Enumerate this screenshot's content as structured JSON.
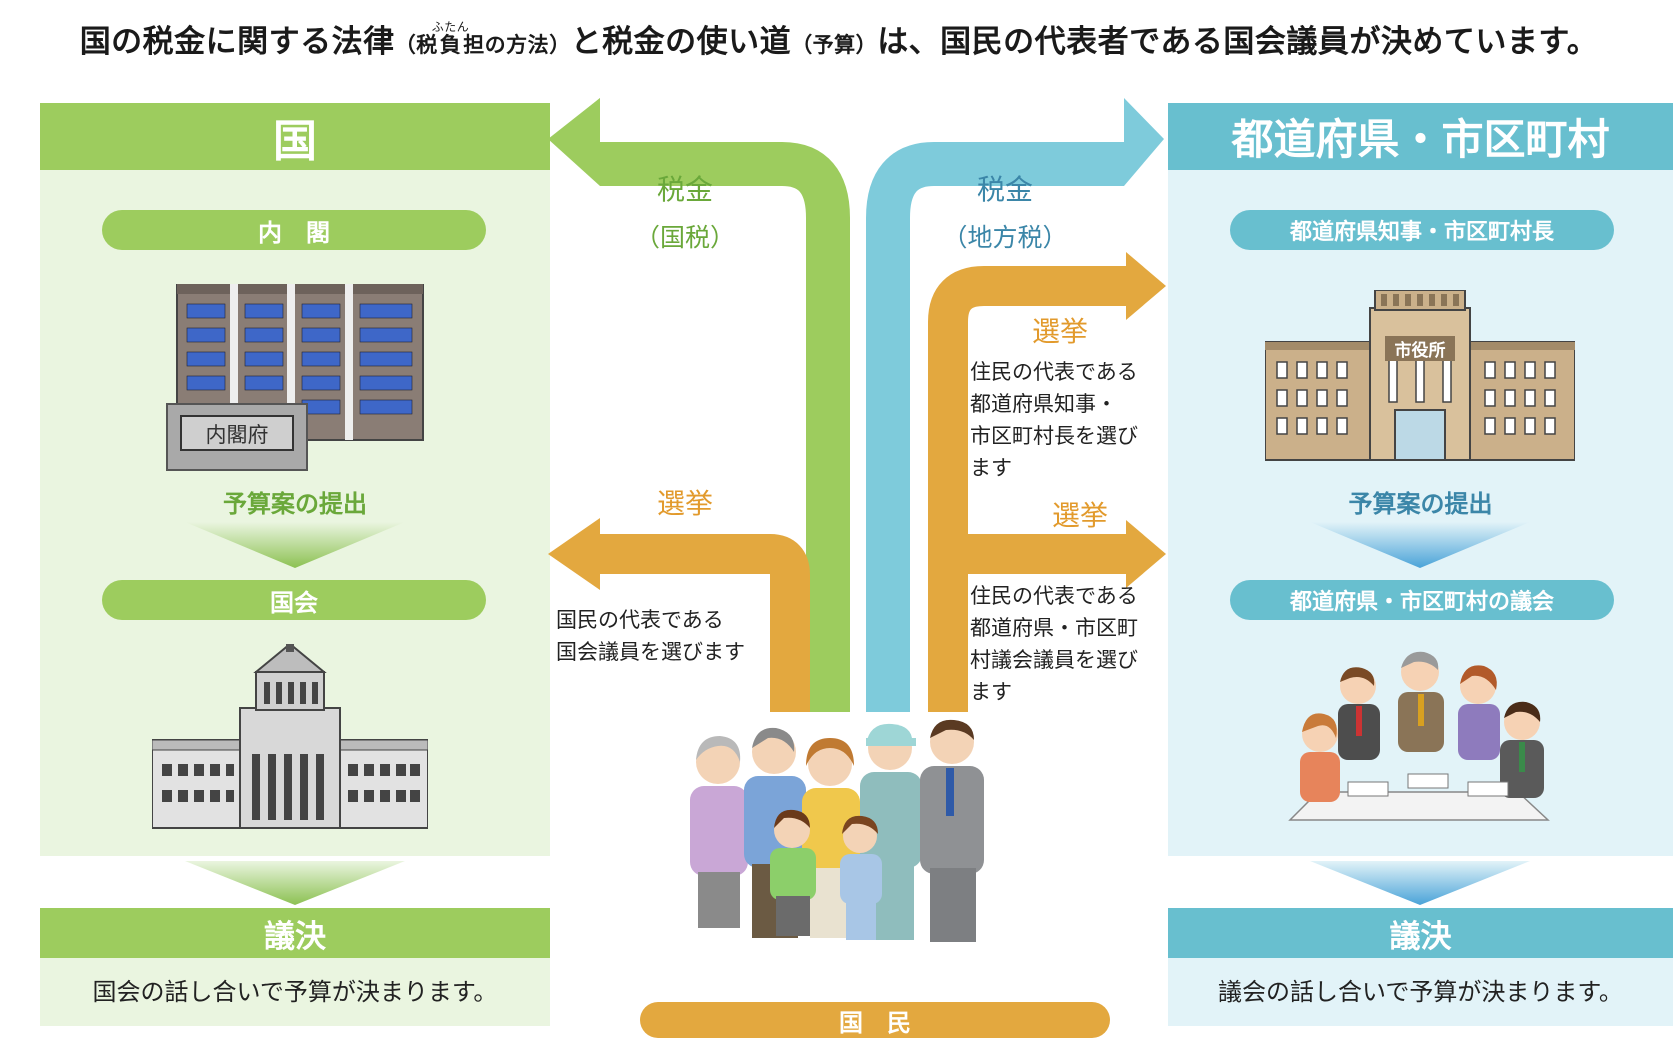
{
  "header": {
    "part1": "国の税金に関する法律",
    "paren1_open": "（",
    "paren1_pre": "税",
    "ruby_base": "負",
    "ruby_text": "ふたん",
    "paren1_post": "担の方法",
    "paren1_close": "）",
    "part2": "と税金の使い道",
    "paren2": "（予算）",
    "part3": "は、国民の代表者である国会議員が決めています。"
  },
  "left": {
    "title": "国",
    "cabinet": "内　閣",
    "building_sign": "内閣府",
    "budget_submit": "予算案の提出",
    "diet": "国会",
    "decision": "議決",
    "decision_desc": "国会の話し合いで予算が決まります。"
  },
  "right": {
    "title": "都道府県・市区町村",
    "head": "都道府県知事・市区町村長",
    "building_sign": "市役所",
    "budget_submit": "予算案の提出",
    "assembly": "都道府県・市区町村の議会",
    "decision": "議決",
    "decision_desc": "議会の話し合いで予算が決まります。"
  },
  "arrows": {
    "tax_national": "税金",
    "tax_national_sub": "（国税）",
    "tax_local": "税金",
    "tax_local_sub": "（地方税）",
    "election_national": "選挙",
    "election_national_desc_1": "国民の代表である",
    "election_national_desc_2": "国会議員を選びます",
    "election_head": "選挙",
    "election_head_desc_1": "住民の代表である",
    "election_head_desc_2": "都道府県知事・",
    "election_head_desc_3": "市区町村長を選び",
    "election_head_desc_4": "ます",
    "election_assembly": "選挙",
    "election_assembly_desc_1": "住民の代表である",
    "election_assembly_desc_2": "都道府県・市区町",
    "election_assembly_desc_3": "村議会議員を選び",
    "election_assembly_desc_4": "ます"
  },
  "citizens": "国　民",
  "colors": {
    "green": "#9dcc5e",
    "blue": "#68bfcf",
    "orange": "#e3a83f",
    "green_text": "#6aa83a",
    "blue_text": "#3b86a8",
    "orange_text": "#e29a2c"
  }
}
